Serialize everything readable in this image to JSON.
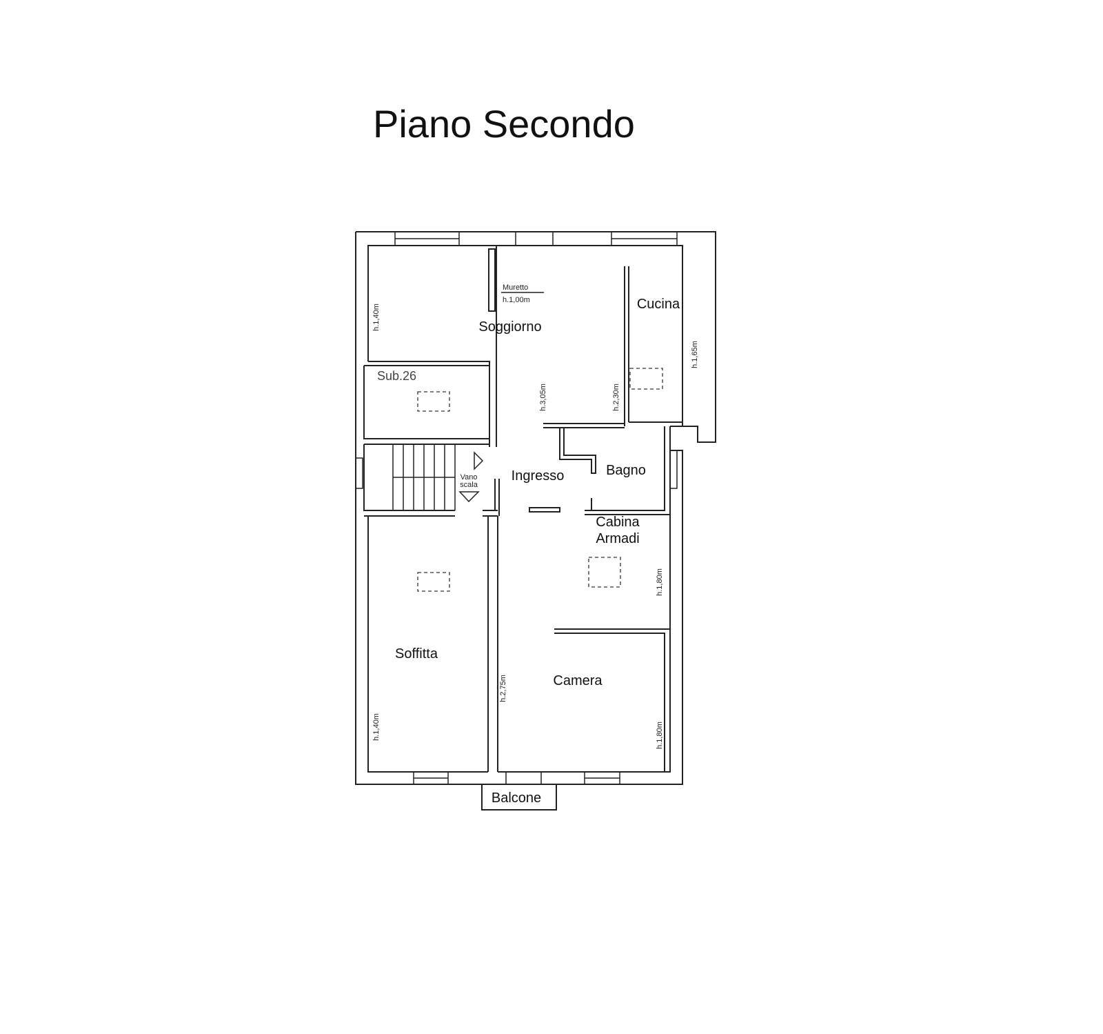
{
  "title": "Piano Secondo",
  "rooms": {
    "soggiorno": "Soggiorno",
    "cucina": "Cucina",
    "sub26": "Sub.26",
    "ingresso": "Ingresso",
    "bagno": "Bagno",
    "cabina_line1": "Cabina",
    "cabina_line2": "Armadi",
    "soffitta": "Soffitta",
    "camera": "Camera",
    "balcone": "Balcone"
  },
  "labels": {
    "muretto": "Muretto",
    "muretto_height": "h.1,00m",
    "vano": "Vano",
    "scala": "scala"
  },
  "heights": {
    "soggiorno_left": "h.1,40m",
    "ingresso": "h.3,05m",
    "cucina_inner": "h.2,30m",
    "cucina_right": "h.1,65m",
    "cabina": "h.1,80m",
    "corridor": "h.2,75m",
    "soffitta": "h.1,40m",
    "camera": "h.1,80m"
  }
}
